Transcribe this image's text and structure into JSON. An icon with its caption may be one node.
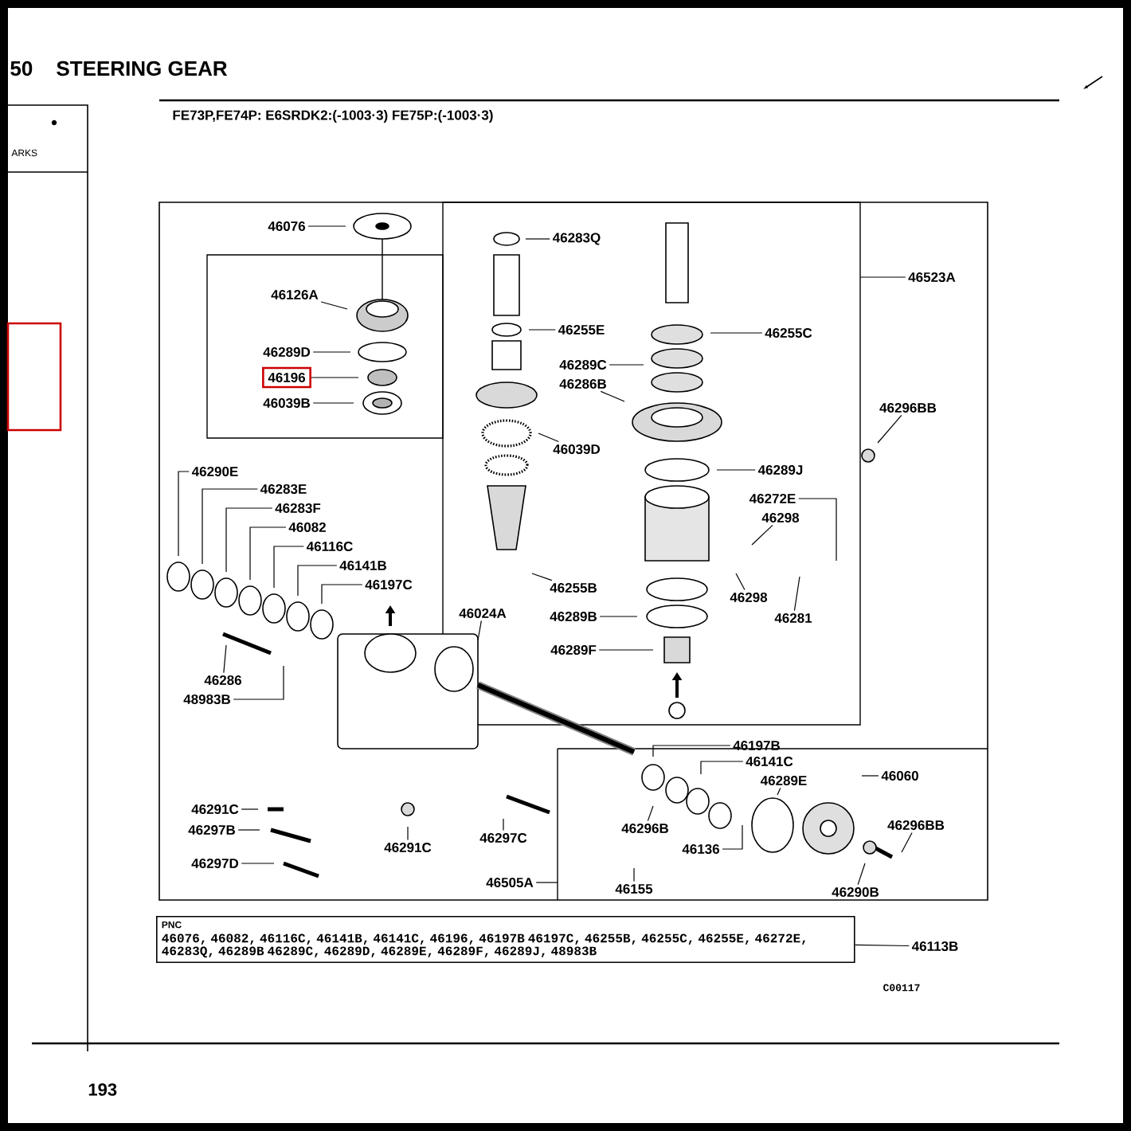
{
  "diagram": {
    "title": "STEERING GEAR",
    "nodes": [
      {
        "text": [
          "46076"
        ]
      },
      {
        "text": [
          "46126A"
        ]
      },
      {
        "text": [
          "46289D"
        ]
      },
      {
        "text": [
          "46196"
        ]
      },
      {
        "text": [
          "46039B"
        ]
      },
      {
        "text": [
          "46283Q"
        ]
      },
      {
        "text": [
          "46255E"
        ]
      },
      {
        "text": [
          "46289C"
        ]
      },
      {
        "text": [
          "46286B"
        ]
      },
      {
        "text": [
          "46039D"
        ]
      },
      {
        "text": [
          "46255C"
        ]
      },
      {
        "text": [
          "46523A"
        ]
      },
      {
        "text": [
          "46296BB"
        ]
      },
      {
        "text": [
          "46289J"
        ]
      },
      {
        "text": [
          "46272E"
        ]
      },
      {
        "text": [
          "46298"
        ]
      },
      {
        "text": [
          "46298"
        ]
      },
      {
        "text": [
          "46281"
        ]
      },
      {
        "text": [
          "46290E"
        ]
      },
      {
        "text": [
          "46283E"
        ]
      },
      {
        "text": [
          "46283F"
        ]
      },
      {
        "text": [
          "46082"
        ]
      },
      {
        "text": [
          "46116C"
        ]
      },
      {
        "text": [
          "46141B"
        ]
      },
      {
        "text": [
          "46197C"
        ]
      },
      {
        "text": [
          "46024A"
        ]
      },
      {
        "text": [
          "46255B"
        ]
      },
      {
        "text": [
          "46289B"
        ]
      },
      {
        "text": [
          "46289F"
        ]
      },
      {
        "text": [
          "46286"
        ]
      },
      {
        "text": [
          "48983B"
        ]
      },
      {
        "text": [
          "46197B"
        ]
      },
      {
        "text": [
          "46141C"
        ]
      },
      {
        "text": [
          "46289E"
        ]
      },
      {
        "text": [
          "46060"
        ]
      },
      {
        "text": [
          "46296B"
        ]
      },
      {
        "text": [
          "46136"
        ]
      },
      {
        "text": [
          "46155"
        ]
      },
      {
        "text": [
          "46296BB"
        ]
      },
      {
        "text": [
          "46290B"
        ]
      },
      {
        "text": [
          "46291C"
        ]
      },
      {
        "text": [
          "46297B"
        ]
      },
      {
        "text": [
          "46297D"
        ]
      },
      {
        "text": [
          "46291C"
        ]
      },
      {
        "text": [
          "46297C"
        ]
      },
      {
        "text": [
          "46505A"
        ]
      },
      {
        "text": [
          "46113B"
        ]
      },
      {
        "text": [
          "PNC",
          "46076, 46082, 46116C, 46141B, 46141C, 46196, 46197B 46197C, 46255B, 46255C, 46255E, 46272E, 46283Q, 46289B 46289C, 46289D, 46289E, 46289F, 46289J, 48983B"
        ]
      }
    ],
    "edges": [
      {
        "from": 0,
        "to": null,
        "arrow": "none"
      },
      {
        "from": 1,
        "to": null,
        "arrow": "none"
      },
      {
        "from": 2,
        "to": null,
        "arrow": "none"
      },
      {
        "from": 3,
        "to": null,
        "arrow": "none"
      },
      {
        "from": 4,
        "to": null,
        "arrow": "none"
      },
      {
        "from": 5,
        "to": null,
        "arrow": "none"
      },
      {
        "from": 6,
        "to": null,
        "arrow": "none"
      },
      {
        "from": 7,
        "to": null,
        "arrow": "none"
      },
      {
        "from": 8,
        "to": null,
        "arrow": "none"
      },
      {
        "from": 9,
        "to": null,
        "arrow": "none"
      },
      {
        "from": 10,
        "to": null,
        "arrow": "none"
      },
      {
        "from": 11,
        "to": null,
        "arrow": "none"
      },
      {
        "from": 12,
        "to": null,
        "arrow": "none"
      },
      {
        "from": 13,
        "to": null,
        "arrow": "none"
      },
      {
        "from": 14,
        "to": null,
        "arrow": "none"
      },
      {
        "from": 15,
        "to": null,
        "arrow": "none"
      },
      {
        "from": 16,
        "to": null,
        "arrow": "none"
      },
      {
        "from": 17,
        "to": null,
        "arrow": "none"
      },
      {
        "from": 18,
        "to": null,
        "arrow": "none"
      },
      {
        "from": 19,
        "to": null,
        "arrow": "none"
      },
      {
        "from": 20,
        "to": null,
        "arrow": "none"
      },
      {
        "from": 21,
        "to": null,
        "arrow": "none"
      },
      {
        "from": 22,
        "to": null,
        "arrow": "none"
      },
      {
        "from": 23,
        "to": null,
        "arrow": "none"
      },
      {
        "from": 24,
        "to": null,
        "arrow": "none"
      },
      {
        "from": 25,
        "to": null,
        "arrow": "none"
      },
      {
        "from": 26,
        "to": null,
        "arrow": "none"
      },
      {
        "from": 27,
        "to": null,
        "arrow": "none"
      },
      {
        "from": 28,
        "to": null,
        "arrow": "none"
      },
      {
        "from": 29,
        "to": null,
        "arrow": "none"
      },
      {
        "from": 30,
        "to": null,
        "arrow": "none"
      },
      {
        "from": 31,
        "to": null,
        "arrow": "none"
      },
      {
        "from": 32,
        "to": null,
        "arrow": "none"
      },
      {
        "from": 33,
        "to": null,
        "arrow": "none"
      },
      {
        "from": 34,
        "to": null,
        "arrow": "none"
      },
      {
        "from": 35,
        "to": null,
        "arrow": "none"
      },
      {
        "from": 36,
        "to": null,
        "arrow": "none"
      },
      {
        "from": 37,
        "to": null,
        "arrow": "none"
      },
      {
        "from": 38,
        "to": null,
        "arrow": "none"
      },
      {
        "from": 39,
        "to": null,
        "arrow": "none"
      },
      {
        "from": 40,
        "to": null,
        "arrow": "none"
      },
      {
        "from": 41,
        "to": null,
        "arrow": "none"
      },
      {
        "from": 42,
        "to": null,
        "arrow": "none"
      },
      {
        "from": 43,
        "to": null,
        "arrow": "none"
      },
      {
        "from": 44,
        "to": null,
        "arrow": "none"
      },
      {
        "from": 45,
        "to": null,
        "arrow": "none"
      },
      {
        "from": 46,
        "to": 47,
        "arrow": "none"
      }
    ],
    "labels": [
      "50",
      "ARKS",
      "FE73P,FE74P: E6SRDK2:(-1003·3) FE75P:(-1003·3)",
      "C00117",
      "193"
    ]
  }
}
